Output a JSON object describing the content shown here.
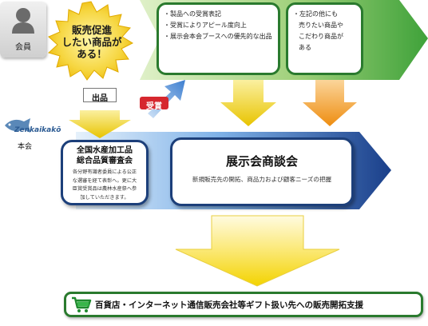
{
  "member": {
    "label": "会員"
  },
  "burst": {
    "lines": [
      "販売促進",
      "したい商品が",
      "ある！"
    ]
  },
  "exhibit_tag": {
    "label": "出品"
  },
  "award_tag": {
    "label": "受賞"
  },
  "box_left": {
    "bullets": [
      "製品への受賞表記",
      "受賞によりアピール度向上",
      "展示会本会ブースへの優先的な出品"
    ]
  },
  "box_right": {
    "lines": [
      "・左記の他にも",
      "売りたい商品や",
      "こだわり商品が",
      "ある"
    ]
  },
  "logo": {
    "text": "Zenkaikakō",
    "sub": "本会"
  },
  "review": {
    "title_lines": [
      "全国水産加工品",
      "総合品質審査会"
    ],
    "body_lines": [
      "各分野有識者委員による公正",
      "な選審を経て表彰へ。更に大",
      "臣賞受賞品は農林水産祭へ参",
      "加していただきます。"
    ]
  },
  "exhibition": {
    "title": "展示会商談会",
    "subtitle": "新規販売先の開拓、商品力および顧客ニーズの把握"
  },
  "bottom": {
    "label": "百貨店・インターネット通信販売会社等ギフト扱い先への販売開拓支援"
  },
  "colors": {
    "green": "#2a7a2e",
    "navy": "#1c3f7a",
    "yellow": "#f5dd2a",
    "orange": "#f0a020"
  }
}
